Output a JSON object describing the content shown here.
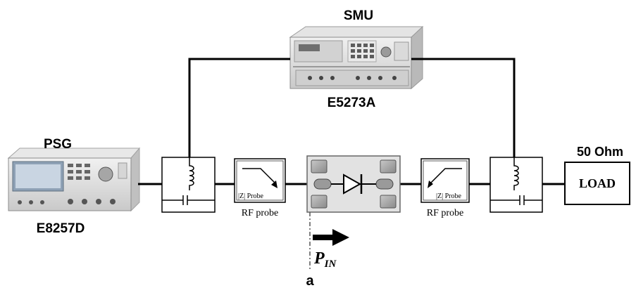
{
  "smu": {
    "title": "SMU",
    "model": "E5273A"
  },
  "psg": {
    "title": "PSG",
    "model": "E8257D"
  },
  "probe_left": {
    "inner_label": "|Z| Probe",
    "caption": "RF probe"
  },
  "probe_right": {
    "inner_label": "|Z| Probe",
    "caption": "RF probe"
  },
  "load": {
    "title": "50 Ohm",
    "label": "LOAD"
  },
  "power_in": {
    "symbol": "P",
    "subscript": "IN"
  },
  "reference_plane": {
    "label": "a"
  }
}
